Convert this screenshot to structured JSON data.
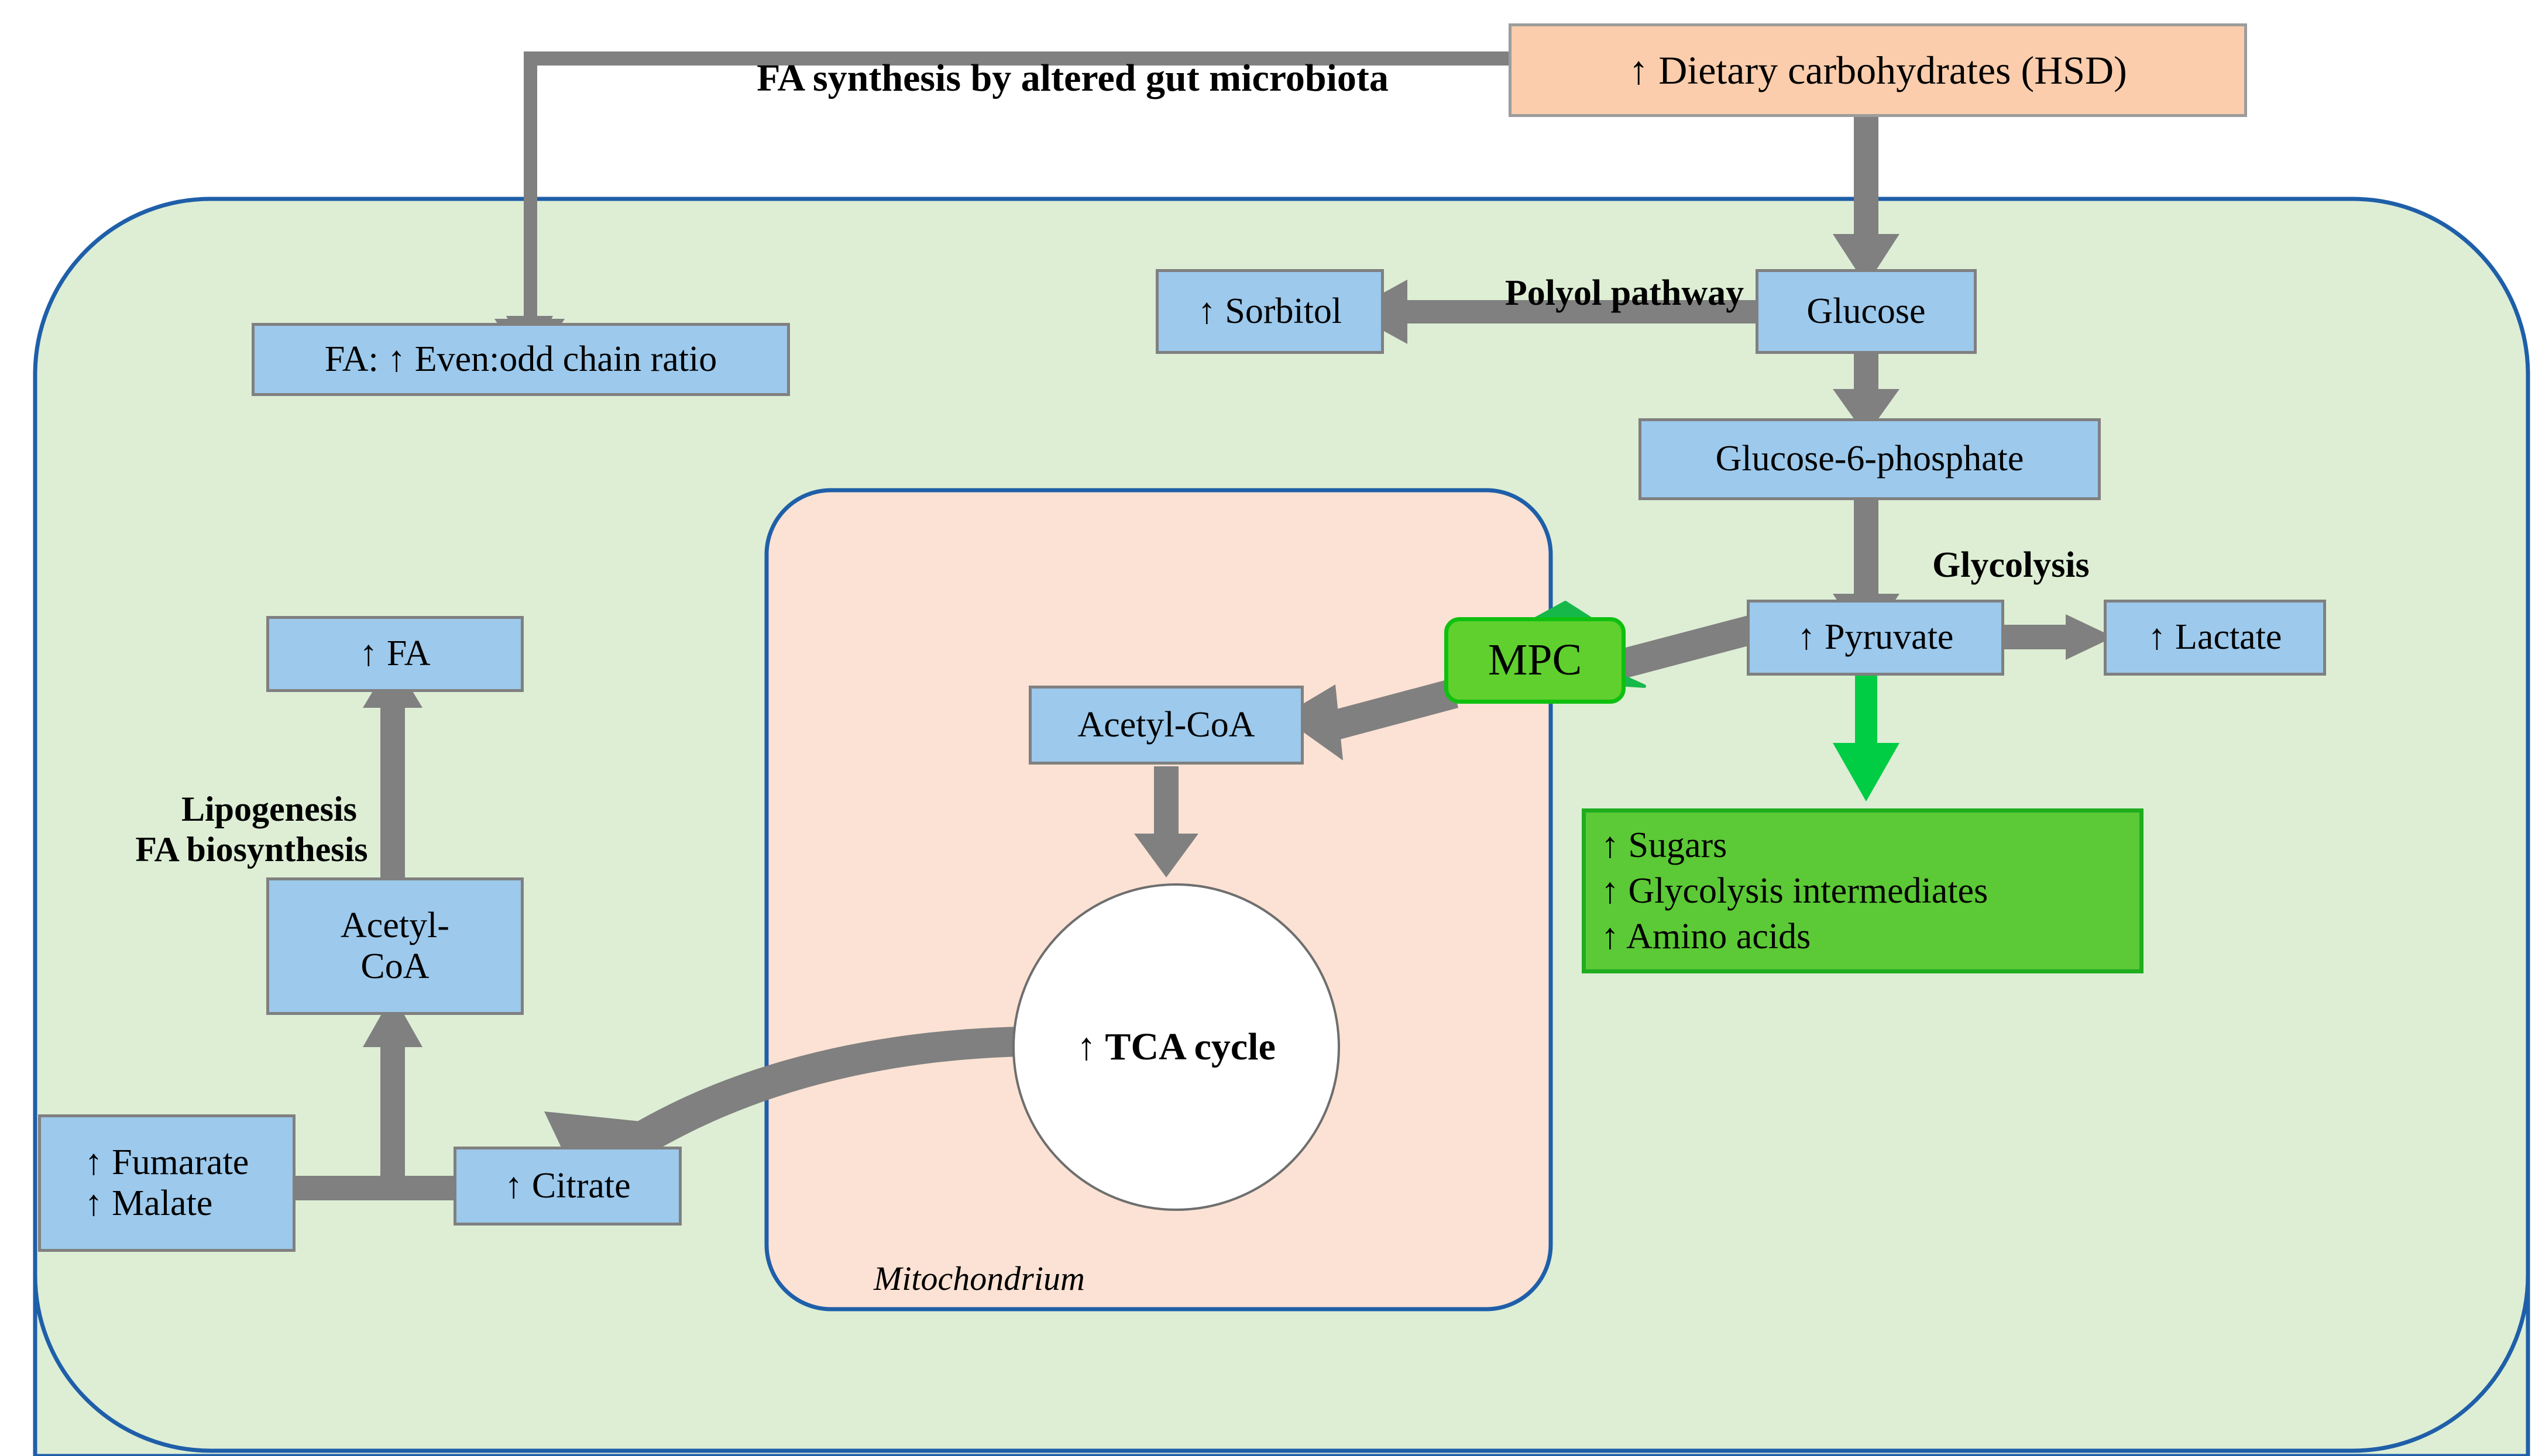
{
  "diagram": {
    "title_label": "FA synthesis by altered gut microbiota",
    "compartments": {
      "cell": {
        "fill": "#DDEED5",
        "stroke": "#1F5FA9"
      },
      "mitochondrion": {
        "label": "Mitochondrium",
        "fill": "#FCE2D4",
        "stroke": "#1F5FA9"
      }
    },
    "colors": {
      "blue_node": "#9CC9EC",
      "peach_node": "#FBCDAC",
      "green_node": "#5CC936",
      "mpc_node": "#5FD02E",
      "arrow_gray": "#808080",
      "arrow_green": "#00CC44",
      "bolt_green": "#17B84A",
      "node_border_gray": "#808080",
      "membrane_blue": "#1F5FA9"
    },
    "nodes": [
      {
        "id": "dietary_carbs",
        "label": "↑ Dietary carbohydrates (HSD)",
        "style": "peach"
      },
      {
        "id": "fa_even_odd",
        "label": "FA: ↑ Even:odd chain ratio",
        "style": "blue"
      },
      {
        "id": "sorbitol",
        "label": "↑ Sorbitol",
        "style": "blue"
      },
      {
        "id": "glucose",
        "label": "Glucose",
        "style": "blue"
      },
      {
        "id": "glucose_6_phosphate",
        "label": "Glucose-6-phosphate",
        "style": "blue"
      },
      {
        "id": "pyruvate",
        "label": "↑ Pyruvate",
        "style": "blue"
      },
      {
        "id": "lactate",
        "label": "↑ Lactate",
        "style": "blue"
      },
      {
        "id": "mpc",
        "label": "MPC",
        "style": "mpc"
      },
      {
        "id": "accumulation",
        "label": "↑ Sugars\n↑ Glycolysis intermediates\n↑ Amino acids",
        "style": "green"
      },
      {
        "id": "acetyl_coa_mito",
        "label": "Acetyl-CoA",
        "style": "blue"
      },
      {
        "id": "tca_cycle",
        "label": "↑ TCA cycle",
        "style": "circle"
      },
      {
        "id": "citrate",
        "label": "↑ Citrate",
        "style": "blue"
      },
      {
        "id": "fumarate_malate",
        "label": "↑ Fumarate\n↑ Malate",
        "style": "blue"
      },
      {
        "id": "acetyl_coa_cyto",
        "label": "Acetyl-\nCoA",
        "style": "blue"
      },
      {
        "id": "fa",
        "label": "↑ FA",
        "style": "blue"
      }
    ],
    "edge_labels": [
      {
        "id": "polyol",
        "label": "Polyol pathway"
      },
      {
        "id": "glycolysis",
        "label": "Glycolysis"
      },
      {
        "id": "lipogenesis",
        "label": "Lipogenesis\nFA biosynthesis"
      }
    ]
  }
}
